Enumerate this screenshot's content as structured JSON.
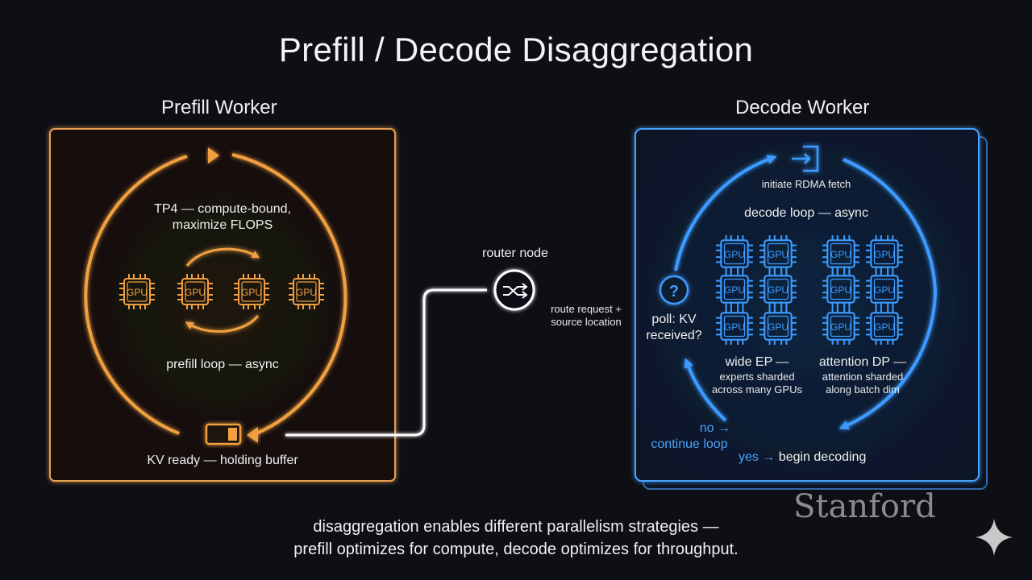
{
  "title": "Prefill / Decode Disaggregation",
  "prefill": {
    "title": "Prefill Worker",
    "tp_line1": "TP4 — compute-bound,",
    "tp_line2": "maximize FLOPS",
    "gpu_label": "GPU",
    "loop_label": "prefill loop — async",
    "buffer_label": "KV ready — holding buffer"
  },
  "router": {
    "label": "router node",
    "route_line1": "route request +",
    "route_line2": "source location"
  },
  "decode": {
    "title": "Decode Worker",
    "rdma_label": "initiate RDMA fetch",
    "loop_label": "decode loop — async",
    "poll_line1": "poll: KV",
    "poll_line2": "received?",
    "ep_title": "wide EP —",
    "ep_line1": "experts sharded",
    "ep_line2": "across many GPUs",
    "dp_title": "attention DP —",
    "dp_line1": "attention sharded",
    "dp_line2": "along batch dim",
    "no_line1": "no →",
    "no_line2": "continue loop",
    "yes_part": "yes →",
    "begin_part": "begin decoding"
  },
  "footer": {
    "line1": "disaggregation enables different parallelism strategies —",
    "line2": "prefill optimizes for compute, decode optimizes for throughput."
  },
  "logo": "Stanford",
  "colors": {
    "prefill_accent": "#f0a040",
    "decode_accent": "#3d9bff",
    "background": "#0d0f14"
  }
}
